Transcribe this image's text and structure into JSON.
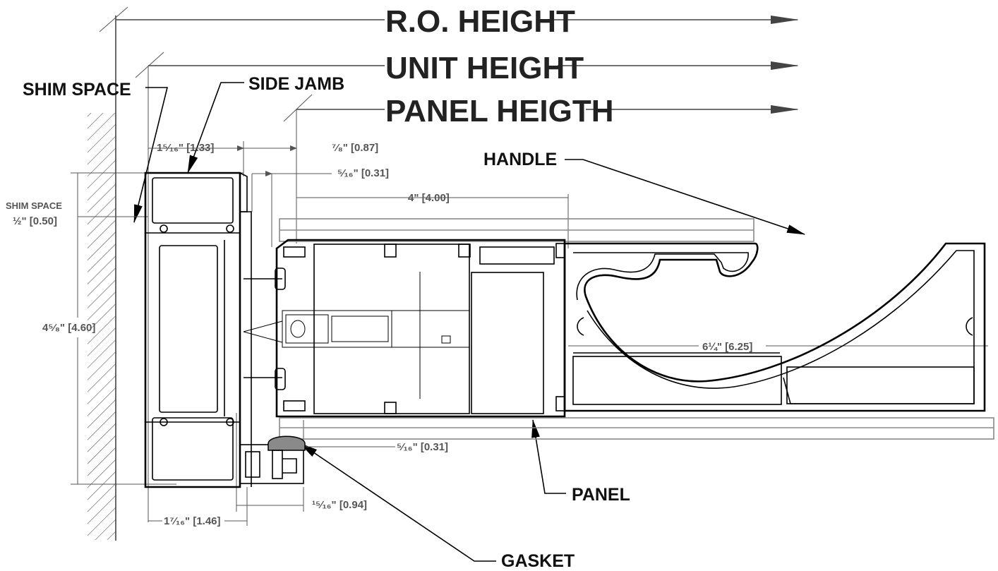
{
  "labels": {
    "ro_height": "R.O. HEIGHT",
    "unit_height": "UNIT HEIGHT",
    "panel_heigth": "PANEL HEIGTH",
    "shim_space": "SHIM SPACE",
    "side_jamb": "SIDE JAMB",
    "handle": "HANDLE",
    "panel": "PANEL",
    "gasket": "GASKET",
    "shim_space_small": "SHIM SPACE"
  },
  "dimensions": {
    "shim_half": "½\" [0.50]",
    "d_1_5_16": "1⁵⁄₁₆\" [1.33]",
    "d_7_8": "⁷⁄₈\" [0.87]",
    "d_5_16_top": "⁵⁄₁₆\" [0.31]",
    "d_4": "4\" [4.00]",
    "d_4_5_8": "4⁵⁄₈\" [4.60]",
    "d_6_1_4": "6¼\" [6.25]",
    "d_5_16_bottom": "⁵⁄₁₆\" [0.31]",
    "d_15_16": "¹⁵⁄₁₆\" [0.94]",
    "d_1_7_16": "1⁷⁄₁₆\" [1.46]"
  },
  "colors": {
    "line": "#000000",
    "dimension": "#555555",
    "gasket": "#8a8a8a",
    "panel": "#999999"
  }
}
